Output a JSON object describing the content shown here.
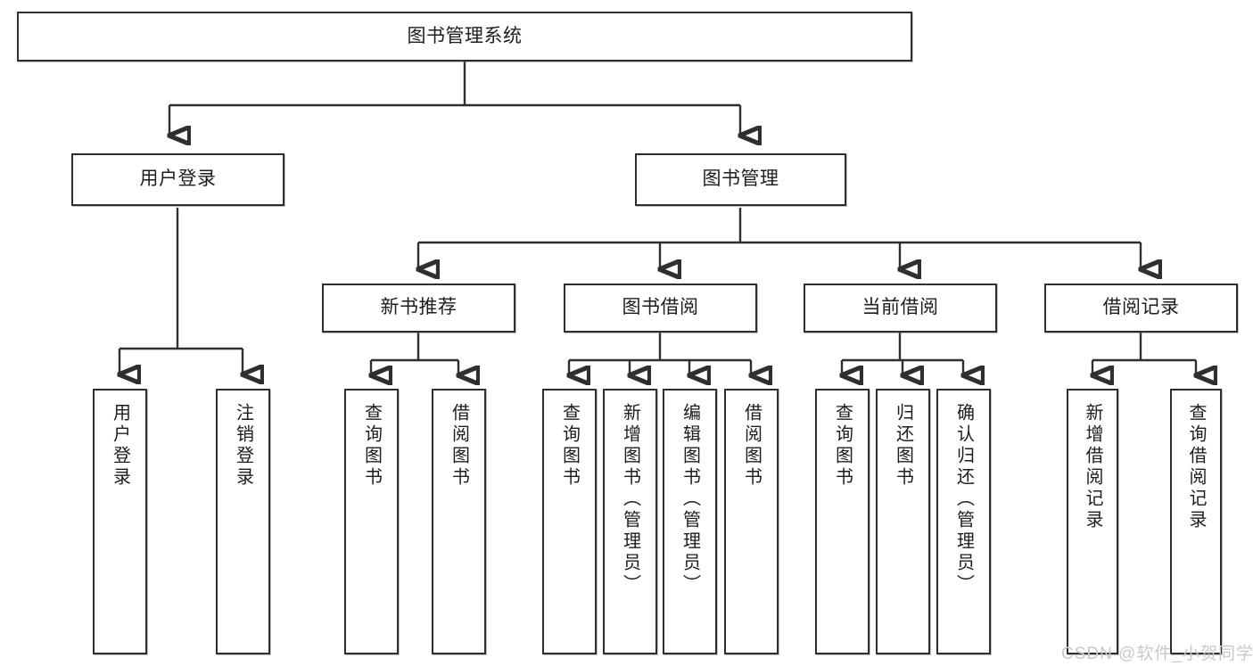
{
  "diagram": {
    "type": "tree",
    "title": "图书管理系统",
    "watermark": "CSDN @软件_小贺同学",
    "colors": {
      "box_border": "#2f2f2f",
      "box_fill": "#ffffff",
      "link": "#2f2f2f",
      "text": "#1d1d1d",
      "watermark": "#c9c9c9"
    },
    "levels": [
      {
        "level": 1,
        "nodes": [
          "root"
        ]
      },
      {
        "level": 2,
        "nodes": [
          "user_login",
          "book_manage"
        ]
      },
      {
        "level": 3,
        "nodes": [
          "new_book_rec",
          "book_borrow",
          "current_borrow",
          "borrow_record"
        ]
      },
      {
        "level": 4,
        "nodes": [
          "leaf1",
          "leaf2",
          "leaf3",
          "leaf4",
          "leaf5",
          "leaf6",
          "leaf7",
          "leaf8",
          "leaf9",
          "leaf10",
          "leaf11",
          "leaf12",
          "leaf13"
        ]
      }
    ],
    "nodes": {
      "root": {
        "label": "图书管理系统",
        "orientation": "horizontal"
      },
      "user_login": {
        "label": "用户登录",
        "orientation": "horizontal"
      },
      "book_manage": {
        "label": "图书管理",
        "orientation": "horizontal"
      },
      "new_book_rec": {
        "label": "新书推荐",
        "orientation": "horizontal"
      },
      "book_borrow": {
        "label": "图书借阅",
        "orientation": "horizontal"
      },
      "current_borrow": {
        "label": "当前借阅",
        "orientation": "horizontal"
      },
      "borrow_record": {
        "label": "借阅记录",
        "orientation": "horizontal"
      },
      "leaf1": {
        "label": "用户登录",
        "orientation": "vertical"
      },
      "leaf2": {
        "label": "注销登录",
        "orientation": "vertical"
      },
      "leaf3": {
        "label": "查询图书",
        "orientation": "vertical"
      },
      "leaf4": {
        "label": "借阅图书",
        "orientation": "vertical"
      },
      "leaf5": {
        "label": "查询图书",
        "orientation": "vertical"
      },
      "leaf6": {
        "label": "新增图书（管理员）",
        "orientation": "vertical"
      },
      "leaf7": {
        "label": "编辑图书（管理员）",
        "orientation": "vertical"
      },
      "leaf8": {
        "label": "借阅图书",
        "orientation": "vertical"
      },
      "leaf9": {
        "label": "查询图书",
        "orientation": "vertical"
      },
      "leaf10": {
        "label": "归还图书",
        "orientation": "vertical"
      },
      "leaf11": {
        "label": "确认归还（管理员）",
        "orientation": "vertical"
      },
      "leaf12": {
        "label": "新增借阅记录",
        "orientation": "vertical"
      },
      "leaf13": {
        "label": "查询借阅记录",
        "orientation": "vertical"
      }
    },
    "edges": [
      {
        "from": "root",
        "to": "user_login"
      },
      {
        "from": "root",
        "to": "book_manage"
      },
      {
        "from": "user_login",
        "to": "leaf1"
      },
      {
        "from": "user_login",
        "to": "leaf2"
      },
      {
        "from": "book_manage",
        "to": "new_book_rec"
      },
      {
        "from": "book_manage",
        "to": "book_borrow"
      },
      {
        "from": "book_manage",
        "to": "current_borrow"
      },
      {
        "from": "book_manage",
        "to": "borrow_record"
      },
      {
        "from": "new_book_rec",
        "to": "leaf3"
      },
      {
        "from": "new_book_rec",
        "to": "leaf4"
      },
      {
        "from": "book_borrow",
        "to": "leaf5"
      },
      {
        "from": "book_borrow",
        "to": "leaf6"
      },
      {
        "from": "book_borrow",
        "to": "leaf7"
      },
      {
        "from": "book_borrow",
        "to": "leaf8"
      },
      {
        "from": "current_borrow",
        "to": "leaf9"
      },
      {
        "from": "current_borrow",
        "to": "leaf10"
      },
      {
        "from": "current_borrow",
        "to": "leaf11"
      },
      {
        "from": "borrow_record",
        "to": "leaf12"
      },
      {
        "from": "borrow_record",
        "to": "leaf13"
      }
    ]
  }
}
